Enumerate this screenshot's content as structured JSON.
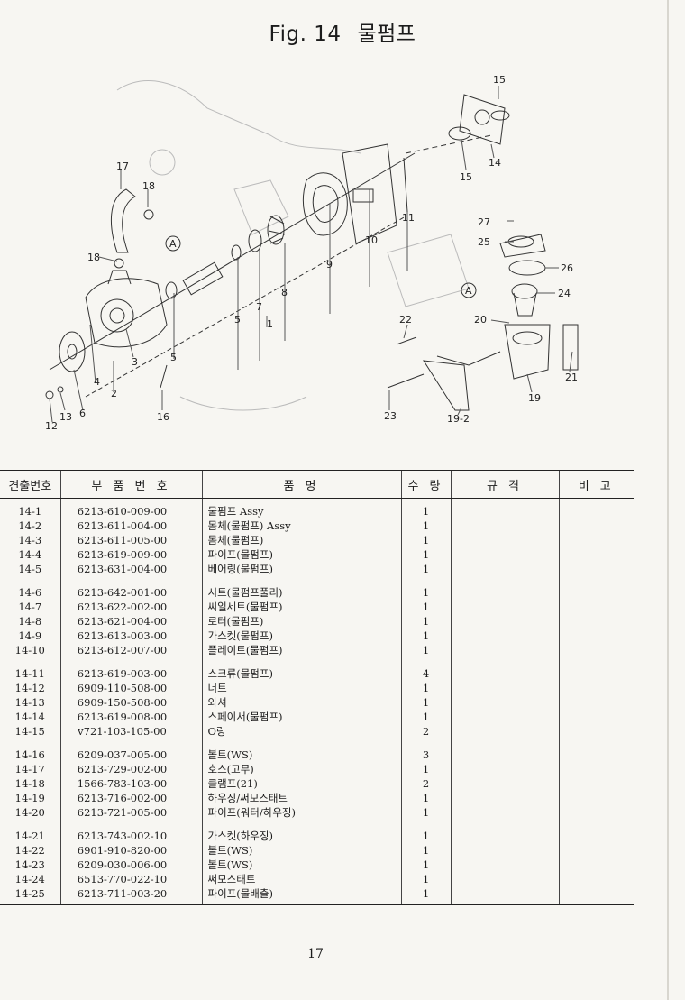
{
  "header": {
    "fig": "Fig. 14",
    "title": "물펌프"
  },
  "diagram": {
    "callouts": [
      "15",
      "14",
      "15",
      "17",
      "18",
      "11",
      "10",
      "9",
      "8",
      "7",
      "5",
      "1",
      "27",
      "25",
      "26",
      "24",
      "22",
      "20",
      "18",
      "4",
      "3",
      "2",
      "5",
      "6",
      "13",
      "12",
      "16",
      "21",
      "19",
      "23",
      "19-2",
      "A",
      "A"
    ]
  },
  "table": {
    "headers": [
      "견출번호",
      "부 품 번 호",
      "품 명",
      "수 량",
      "규 격",
      "비 고"
    ],
    "rows": [
      {
        "no": "14-1",
        "code": "6213-610-009-00",
        "name": "물펌프 Assy",
        "qty": "1"
      },
      {
        "no": "14-2",
        "code": "6213-611-004-00",
        "name": "몸체(물펌프) Assy",
        "qty": "1"
      },
      {
        "no": "14-3",
        "code": "6213-611-005-00",
        "name": "몸체(물펌프)",
        "qty": "1"
      },
      {
        "no": "14-4",
        "code": "6213-619-009-00",
        "name": "파이프(물펌프)",
        "qty": "1"
      },
      {
        "no": "14-5",
        "code": "6213-631-004-00",
        "name": "베어링(물펌프)",
        "qty": "1"
      },
      {
        "no": "14-6",
        "code": "6213-642-001-00",
        "name": "시트(물펌프풀리)",
        "qty": "1"
      },
      {
        "no": "14-7",
        "code": "6213-622-002-00",
        "name": "씨일세트(물펌프)",
        "qty": "1"
      },
      {
        "no": "14-8",
        "code": "6213-621-004-00",
        "name": "로터(물펌프)",
        "qty": "1"
      },
      {
        "no": "14-9",
        "code": "6213-613-003-00",
        "name": "가스켓(물펌프)",
        "qty": "1"
      },
      {
        "no": "14-10",
        "code": "6213-612-007-00",
        "name": "플레이트(물펌프)",
        "qty": "1"
      },
      {
        "no": "14-11",
        "code": "6213-619-003-00",
        "name": "스크류(물펌프)",
        "qty": "4"
      },
      {
        "no": "14-12",
        "code": "6909-110-508-00",
        "name": "너트",
        "qty": "1"
      },
      {
        "no": "14-13",
        "code": "6909-150-508-00",
        "name": "와셔",
        "qty": "1"
      },
      {
        "no": "14-14",
        "code": "6213-619-008-00",
        "name": "스페이서(물펌프)",
        "qty": "1"
      },
      {
        "no": "14-15",
        "code": "v721-103-105-00",
        "name": "O링",
        "qty": "2"
      },
      {
        "no": "14-16",
        "code": "6209-037-005-00",
        "name": "볼트(WS)",
        "qty": "3"
      },
      {
        "no": "14-17",
        "code": "6213-729-002-00",
        "name": "호스(고무)",
        "qty": "1"
      },
      {
        "no": "14-18",
        "code": "1566-783-103-00",
        "name": "클램프(21)",
        "qty": "2"
      },
      {
        "no": "14-19",
        "code": "6213-716-002-00",
        "name": "하우징/써모스태트",
        "qty": "1"
      },
      {
        "no": "14-20",
        "code": "6213-721-005-00",
        "name": "파이프(워터/하우징)",
        "qty": "1"
      },
      {
        "no": "14-21",
        "code": "6213-743-002-10",
        "name": "가스켓(하우징)",
        "qty": "1"
      },
      {
        "no": "14-22",
        "code": "6901-910-820-00",
        "name": "볼트(WS)",
        "qty": "1"
      },
      {
        "no": "14-23",
        "code": "6209-030-006-00",
        "name": "볼트(WS)",
        "qty": "1"
      },
      {
        "no": "14-24",
        "code": "6513-770-022-10",
        "name": "써모스태트",
        "qty": "1"
      },
      {
        "no": "14-25",
        "code": "6213-711-003-20",
        "name": "파이프(물배출)",
        "qty": "1"
      }
    ]
  },
  "footer": {
    "page_number": "17"
  }
}
